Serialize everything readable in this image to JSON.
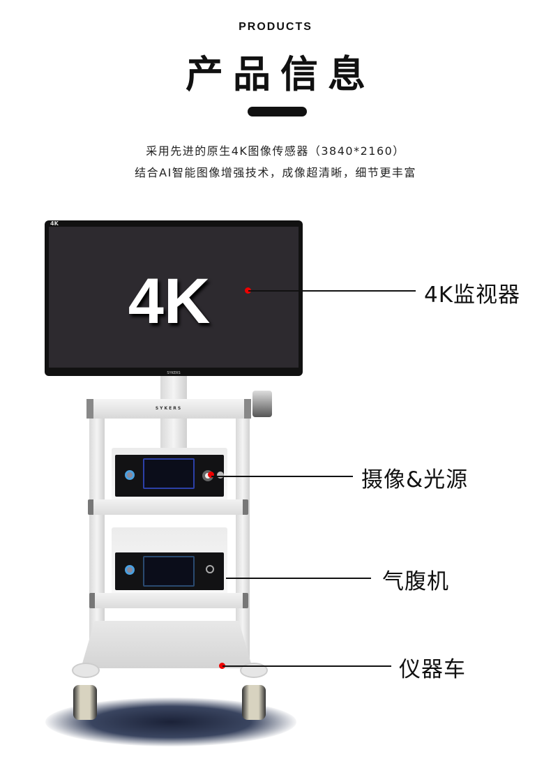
{
  "header": {
    "eyebrow": "PRODUCTS",
    "title": "产品信息",
    "line1": "采用先进的原生4K图像传感器（3840*2160）",
    "line2": "结合AI智能图像增强技术，成像超清晰，细节更丰富"
  },
  "product": {
    "monitor_screen_text": "4K",
    "monitor_corner_badge": "4K",
    "brand": "SYKERS",
    "callouts": [
      {
        "label": "4K监视器"
      },
      {
        "label": "摄像&光源"
      },
      {
        "label": "气腹机"
      },
      {
        "label": "仪器车"
      }
    ]
  },
  "colors": {
    "accent_dot": "#e00000",
    "screen": "#2d2a2f",
    "panel_border": "#2c40a8"
  }
}
